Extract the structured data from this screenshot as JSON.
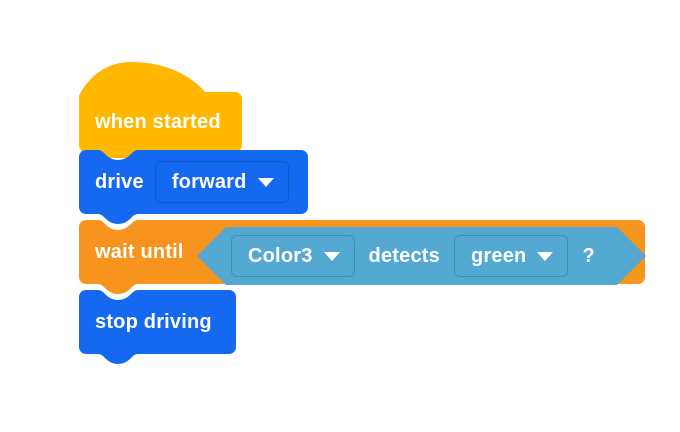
{
  "workspace": {
    "background_color": "#ffffff",
    "name": "block-programming-canvas"
  },
  "palette": {
    "hat_color": "#ffb700",
    "control_color": "#f7941e",
    "drivetrain_color": "#1569f0",
    "sensing_color": "#54a9d3",
    "text_color": "#ffffff"
  },
  "script": {
    "name": "when-started-script",
    "blocks": [
      {
        "id": "when-started",
        "type": "hat",
        "label": "when started",
        "color": "#ffb700"
      },
      {
        "id": "drive",
        "type": "command",
        "label": "drive",
        "color": "#1569f0",
        "fields": [
          {
            "id": "direction",
            "kind": "dropdown",
            "value": "forward",
            "caret": "chevron-down-icon"
          }
        ]
      },
      {
        "id": "wait-until",
        "type": "command",
        "label": "wait until",
        "color": "#f7941e",
        "boolean": {
          "id": "color-detects",
          "color": "#54a9d3",
          "sensor": {
            "kind": "dropdown",
            "value": "Color3",
            "caret": "chevron-down-icon"
          },
          "verb": "detects",
          "target": {
            "kind": "dropdown",
            "value": "green",
            "caret": "chevron-down-icon"
          },
          "suffix": "?"
        }
      },
      {
        "id": "stop-driving",
        "type": "command",
        "label": "stop driving",
        "color": "#1569f0"
      }
    ]
  }
}
